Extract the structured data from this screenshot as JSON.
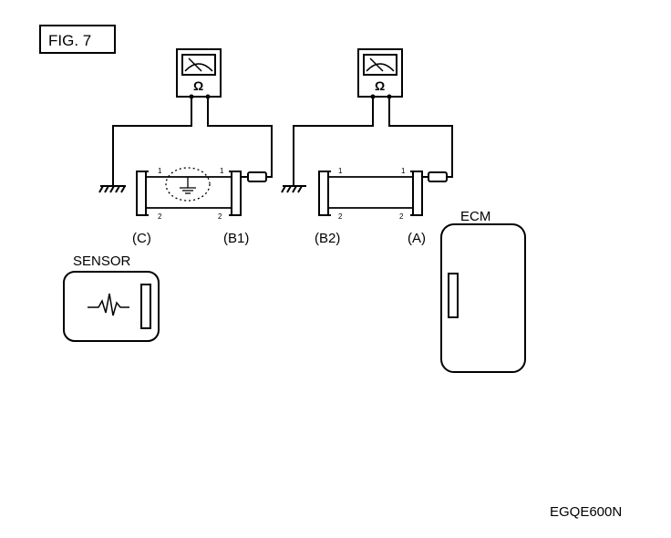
{
  "figure_label": "FIG. 7",
  "meter_left": {
    "unit_symbol": "Ω"
  },
  "meter_right": {
    "unit_symbol": "Ω"
  },
  "harness_left": {
    "pin_1_left": "1",
    "pin_1_right": "1",
    "pin_2_left": "2",
    "pin_2_right": "2",
    "connector_left_label": "(C)",
    "connector_right_label": "(B1)"
  },
  "harness_right": {
    "pin_1_left": "1",
    "pin_1_right": "1",
    "pin_2_left": "2",
    "pin_2_right": "2",
    "connector_left_label": "(B2)",
    "connector_right_label": "(A)"
  },
  "sensor": {
    "label": "SENSOR"
  },
  "ecm": {
    "label": "ECM"
  },
  "code": "EGQE600N"
}
